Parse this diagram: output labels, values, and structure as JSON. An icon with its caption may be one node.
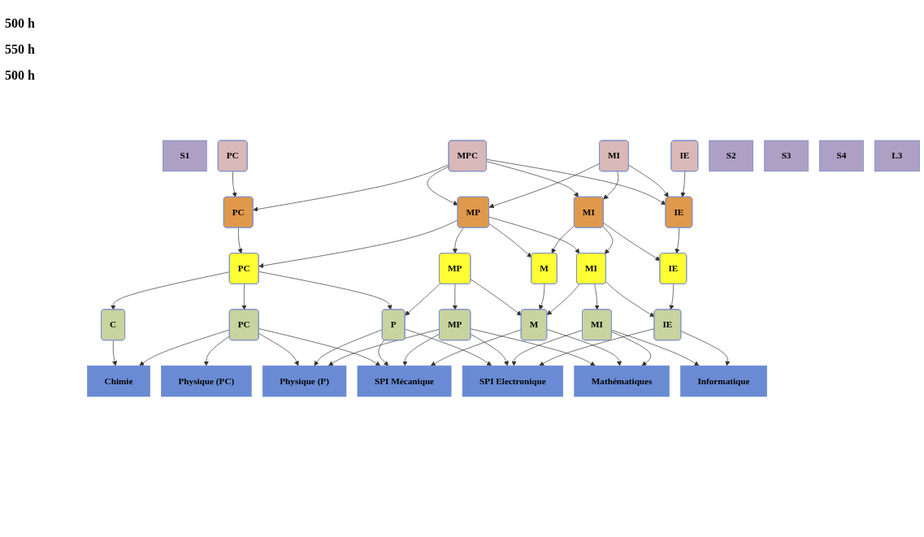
{
  "diagram": {
    "nodes": [
      {
        "text": [
          "S1"
        ]
      },
      {
        "text": [
          "PC"
        ]
      },
      {
        "text": [
          "MPC"
        ]
      },
      {
        "text": [
          "MI"
        ]
      },
      {
        "text": [
          "IE"
        ]
      },
      {
        "text": [
          "S2"
        ]
      },
      {
        "text": [
          "PC"
        ]
      },
      {
        "text": [
          "MP"
        ]
      },
      {
        "text": [
          "MI"
        ]
      },
      {
        "text": [
          "IE"
        ]
      },
      {
        "text": [
          "S3"
        ]
      },
      {
        "text": [
          "PC"
        ]
      },
      {
        "text": [
          "MP"
        ]
      },
      {
        "text": [
          "M"
        ]
      },
      {
        "text": [
          "MI"
        ]
      },
      {
        "text": [
          "IE"
        ]
      },
      {
        "text": [
          "S4"
        ]
      },
      {
        "text": [
          "C"
        ]
      },
      {
        "text": [
          "PC"
        ]
      },
      {
        "text": [
          "P"
        ]
      },
      {
        "text": [
          "MP"
        ]
      },
      {
        "text": [
          "M"
        ]
      },
      {
        "text": [
          "MI"
        ]
      },
      {
        "text": [
          "IE"
        ]
      },
      {
        "text": [
          "L3"
        ]
      },
      {
        "text": [
          "Chimie"
        ]
      },
      {
        "text": [
          "Physique (PC)"
        ]
      },
      {
        "text": [
          "Physique (P)"
        ]
      },
      {
        "text": [
          "SPI Mécanique"
        ]
      },
      {
        "text": [
          "Mathématiques"
        ]
      },
      {
        "text": [
          "SPI Electronique"
        ]
      },
      {
        "text": [
          "Informatique"
        ]
      }
    ],
    "edges": [
      {
        "from": 1,
        "to": 6,
        "arrow": "to"
      },
      {
        "from": 2,
        "to": 6,
        "arrow": "to"
      },
      {
        "from": 2,
        "to": 7,
        "arrow": "to"
      },
      {
        "from": 2,
        "to": 8,
        "arrow": "to"
      },
      {
        "from": 2,
        "to": 9,
        "arrow": "to"
      },
      {
        "from": 3,
        "to": 7,
        "arrow": "to"
      },
      {
        "from": 3,
        "to": 8,
        "arrow": "to"
      },
      {
        "from": 3,
        "to": 9,
        "arrow": "to"
      },
      {
        "from": 4,
        "to": 9,
        "arrow": "to"
      },
      {
        "from": 6,
        "to": 11,
        "arrow": "to"
      },
      {
        "from": 7,
        "to": 11,
        "arrow": "to"
      },
      {
        "from": 7,
        "to": 12,
        "arrow": "to"
      },
      {
        "from": 7,
        "to": 13,
        "arrow": "to"
      },
      {
        "from": 7,
        "to": 14,
        "arrow": "to"
      },
      {
        "from": 8,
        "to": 13,
        "arrow": "to"
      },
      {
        "from": 8,
        "to": 14,
        "arrow": "to"
      },
      {
        "from": 8,
        "to": 15,
        "arrow": "to"
      },
      {
        "from": 9,
        "to": 15,
        "arrow": "to"
      },
      {
        "from": 11,
        "to": 17,
        "arrow": "to"
      },
      {
        "from": 11,
        "to": 18,
        "arrow": "to"
      },
      {
        "from": 11,
        "to": 19,
        "arrow": "to"
      },
      {
        "from": 12,
        "to": 19,
        "arrow": "to"
      },
      {
        "from": 12,
        "to": 20,
        "arrow": "to"
      },
      {
        "from": 12,
        "to": 21,
        "arrow": "to"
      },
      {
        "from": 13,
        "to": 21,
        "arrow": "to"
      },
      {
        "from": 14,
        "to": 21,
        "arrow": "to"
      },
      {
        "from": 14,
        "to": 22,
        "arrow": "to"
      },
      {
        "from": 14,
        "to": 23,
        "arrow": "to"
      },
      {
        "from": 15,
        "to": 23,
        "arrow": "to"
      },
      {
        "from": 17,
        "to": 25,
        "arrow": "to"
      },
      {
        "from": 18,
        "to": 25,
        "arrow": "to"
      },
      {
        "from": 18,
        "to": 26,
        "arrow": "to"
      },
      {
        "from": 18,
        "to": 27,
        "arrow": "to"
      },
      {
        "from": 18,
        "to": 28,
        "arrow": "to"
      },
      {
        "from": 19,
        "to": 27,
        "arrow": "to"
      },
      {
        "from": 19,
        "to": 28,
        "arrow": "to"
      },
      {
        "from": 19,
        "to": 30,
        "arrow": "to"
      },
      {
        "from": 20,
        "to": 27,
        "arrow": "to"
      },
      {
        "from": 20,
        "to": 28,
        "arrow": "to"
      },
      {
        "from": 20,
        "to": 29,
        "arrow": "to"
      },
      {
        "from": 20,
        "to": 30,
        "arrow": "to"
      },
      {
        "from": 21,
        "to": 28,
        "arrow": "to"
      },
      {
        "from": 21,
        "to": 29,
        "arrow": "to"
      },
      {
        "from": 22,
        "to": 29,
        "arrow": "to"
      },
      {
        "from": 22,
        "to": 30,
        "arrow": "to"
      },
      {
        "from": 22,
        "to": 31,
        "arrow": "to"
      },
      {
        "from": 23,
        "to": 30,
        "arrow": "to"
      },
      {
        "from": 23,
        "to": 31,
        "arrow": "to"
      }
    ],
    "labels": [
      "500 h",
      "550 h",
      "500 h"
    ]
  }
}
